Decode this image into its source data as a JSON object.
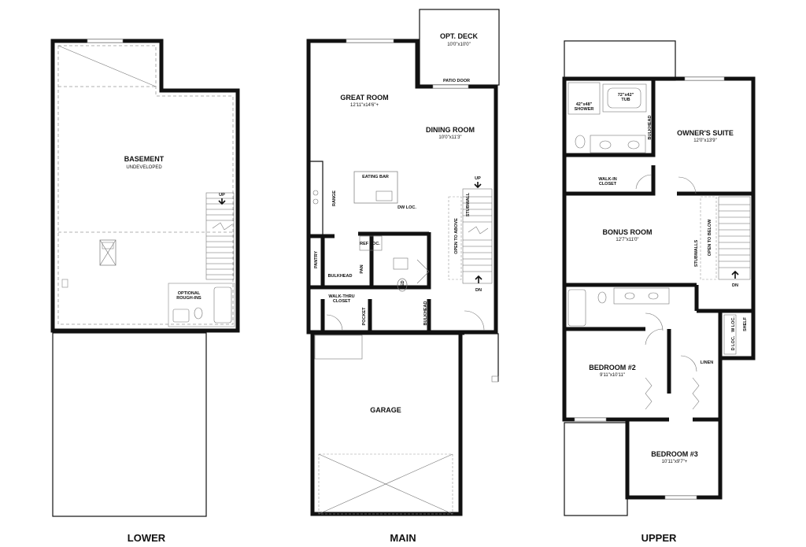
{
  "levels": {
    "lower": {
      "name": "LOWER",
      "rooms": {
        "basement": {
          "name": "BASEMENT",
          "note": "UNDEVELOPED"
        },
        "optional": {
          "line1": "OPTIONAL",
          "line2": "ROUGH-INS"
        }
      },
      "marks": {
        "up": "UP"
      }
    },
    "main": {
      "name": "MAIN",
      "rooms": {
        "deck": {
          "name": "OPT. DECK",
          "dim": "10'0\"x10'0\""
        },
        "patio_door": "PATIO DOOR",
        "great_room": {
          "name": "GREAT ROOM",
          "dim": "12'11\"x14'6\"+"
        },
        "dining_room": {
          "name": "DINING ROOM",
          "dim": "10'0\"x11'3\""
        },
        "eating_bar": "EATING BAR",
        "range": "RANGE",
        "dw_loc": "DW LOC.",
        "ref_loc": "REF LOC.",
        "pantry": "PANTRY",
        "pan": "PAN",
        "bulkhead": "BULKHEAD",
        "bulkhead2": "BULKHEAD",
        "ped": "PED",
        "walk_thru": {
          "line1": "WALK-THRU",
          "line2": "CLOSET"
        },
        "pocket": "POCKET",
        "stubwall": "STUBWALL",
        "open_to_above": "OPEN TO ABOVE",
        "garage": "GARAGE"
      },
      "marks": {
        "up": "UP",
        "dn": "DN"
      }
    },
    "upper": {
      "name": "UPPER",
      "rooms": {
        "tub": {
          "size": "72\"x42\"",
          "name": "TUB"
        },
        "shower": {
          "size": "42\"x48\"",
          "name": "SHOWER"
        },
        "bulkhead": "BULKHEAD",
        "owners_suite": {
          "name": "OWNER'S SUITE",
          "dim": "12'0\"x13'9\""
        },
        "walk_in": {
          "line1": "WALK-IN",
          "line2": "CLOSET"
        },
        "bonus_room": {
          "name": "BONUS ROOM",
          "dim": "12'7\"x11'0\""
        },
        "stubwalls": "STUBWALLS",
        "open_to_below": "OPEN TO BELOW",
        "w_loc": "W LOC.",
        "d_loc": "D LOC.",
        "shelf": "SHELF",
        "linen": "LINEN",
        "bedroom2": {
          "name": "BEDROOM #2",
          "dim": "9'11\"x10'11\""
        },
        "bedroom3": {
          "name": "BEDROOM #3",
          "dim": "10'11\"x9'7\"+"
        }
      },
      "marks": {
        "dn": "DN"
      }
    }
  }
}
